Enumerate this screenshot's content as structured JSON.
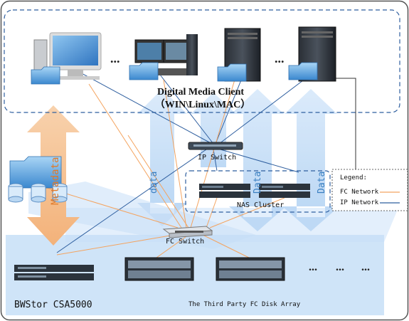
{
  "client": {
    "title": "Digital Media Client",
    "subtitle": "（WIN\\Linux\\MAC）",
    "ellipsis": "..."
  },
  "ip_switch": {
    "label": "IP Switch"
  },
  "nas": {
    "label": "NAS Cluster"
  },
  "fc_switch": {
    "label": "FC Switch"
  },
  "flow_labels": {
    "metadata": "Metadata",
    "data": "data",
    "data_caps": "Data"
  },
  "legend": {
    "title": "Legend:",
    "items": [
      {
        "label": "FC Network",
        "color": "#f4a460"
      },
      {
        "label": "IP Network",
        "color": "#2f5f9f"
      }
    ]
  },
  "storage": {
    "product": "BWStor CSA5000",
    "third_party": "The Third Party FC Disk Array",
    "ellipsis": "..."
  },
  "colors": {
    "frame": "#555555",
    "dashed": "#2f5f9f",
    "bottom_band": "#cfe4f8",
    "arrow_blue": "#bcd8f5",
    "arrow_orange": "#f5c79a",
    "ip_line": "#2f5f9f",
    "fc_line": "#f4a460"
  }
}
